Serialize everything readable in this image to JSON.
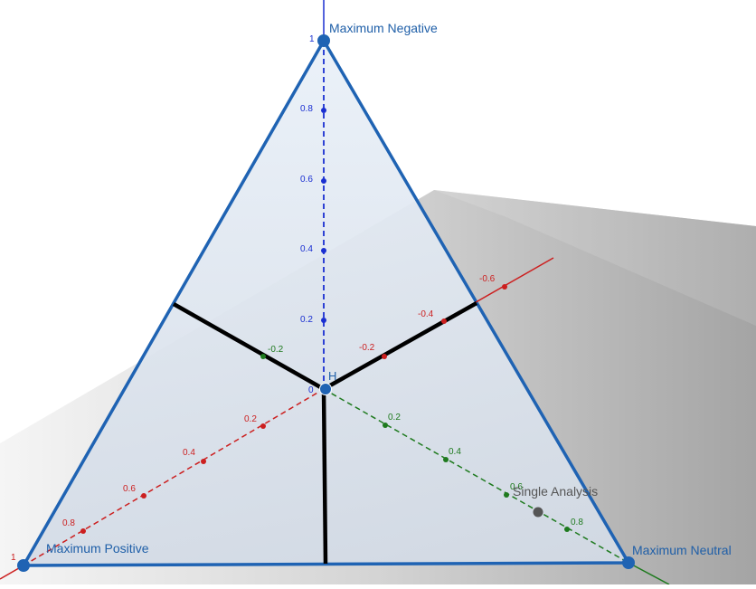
{
  "vertices": {
    "negative": {
      "label": "Maximum Negative",
      "corner_value": "1"
    },
    "positive": {
      "label": "Maximum Positive",
      "corner_value": "1"
    },
    "neutral": {
      "label": "Maximum Neutral"
    }
  },
  "center": {
    "label": "H",
    "zero_label": "0"
  },
  "point": {
    "label": "Single Analysis"
  },
  "axes": {
    "blue_ticks": [
      "0.8",
      "0.6",
      "0.4",
      "0.2"
    ],
    "red_lower_ticks": [
      "0.2",
      "0.4",
      "0.6",
      "0.8"
    ],
    "red_upper_ticks": [
      "-0.2",
      "-0.4",
      "-0.6"
    ],
    "green_lower_ticks": [
      "0.2",
      "0.4",
      "0.6",
      "0.8"
    ],
    "green_upper_ticks": [
      "-0.2"
    ]
  },
  "colors": {
    "triangle_edge": "#1f63b3",
    "blue_axis": "#1a2fd1",
    "red_axis": "#cc1f1f",
    "green_axis": "#1e7a1e",
    "bisector": "#000000",
    "label_blue": "#1f5fa8",
    "point_gray": "#555555"
  }
}
